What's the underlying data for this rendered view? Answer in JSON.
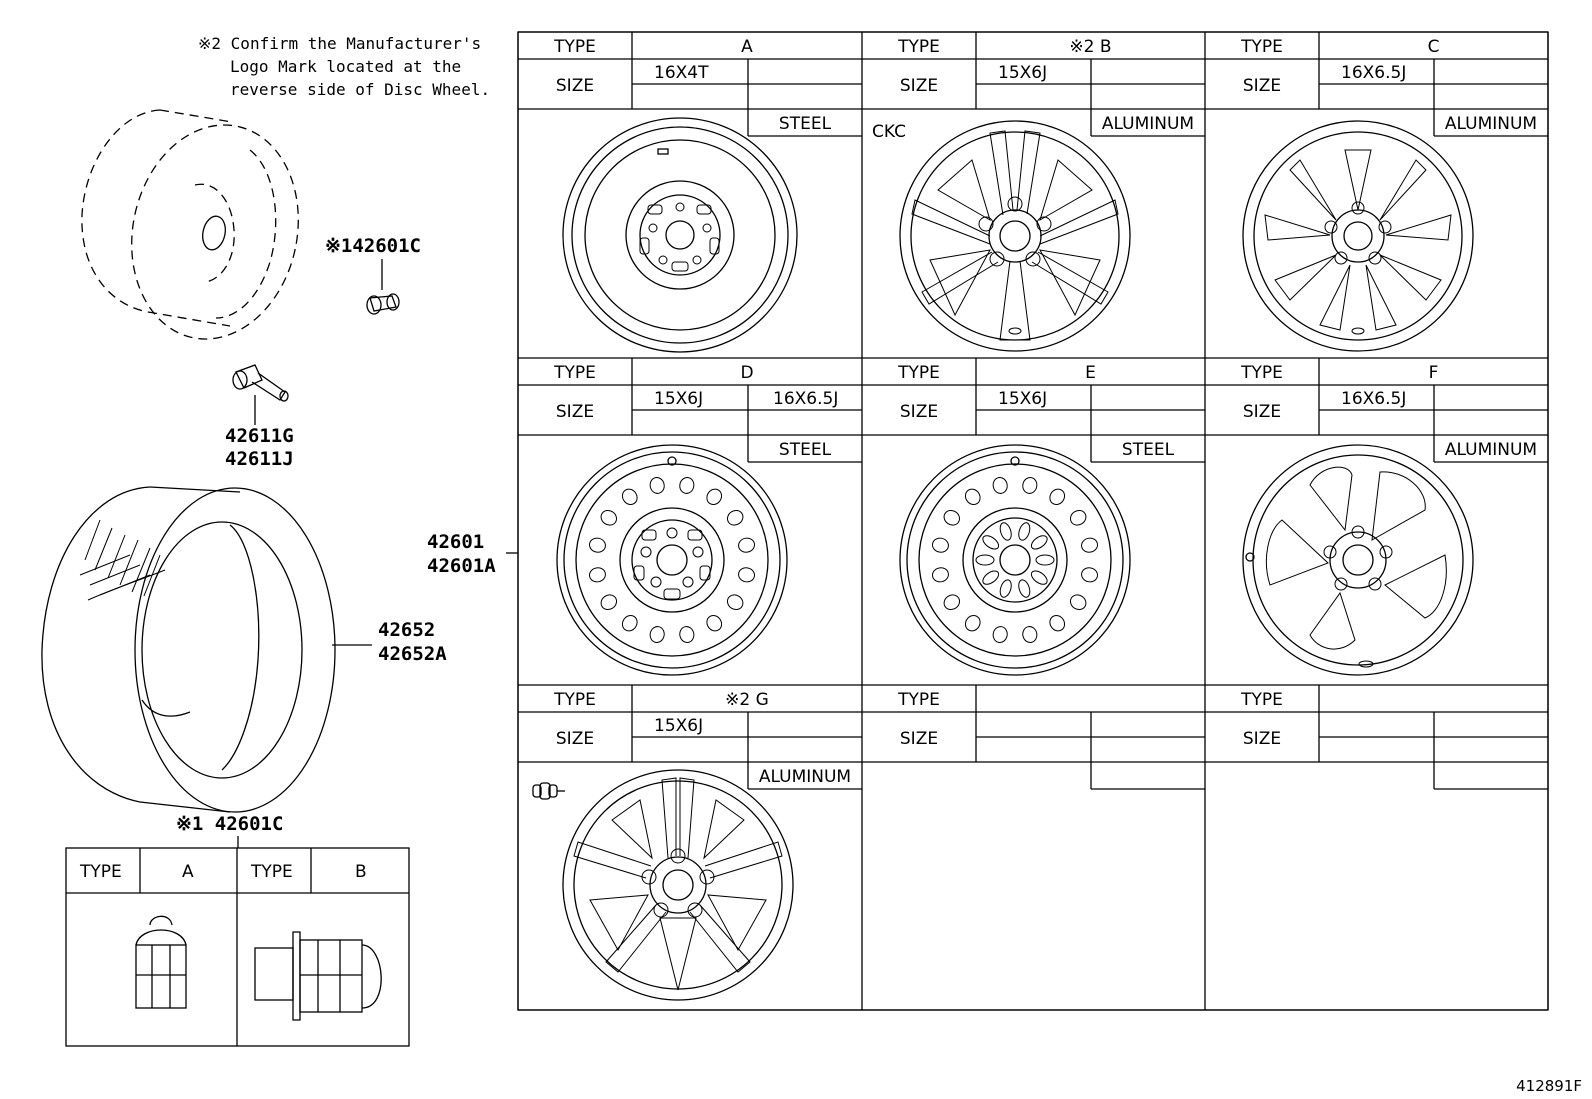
{
  "note": {
    "line1": "※2 Confirm the Manufacturer's",
    "line2": "Logo Mark located at the",
    "line3": "reverse side of Disc Wheel."
  },
  "parts": {
    "hub_nut_top": "※142601C",
    "valve_1": "42611G",
    "valve_2": "42611J",
    "wheel_1": "42601",
    "wheel_2": "42601A",
    "tire_1": "42652",
    "tire_2": "42652A",
    "hub_nut_bottom": "※1 42601C"
  },
  "nut_table": {
    "type_label": "TYPE",
    "a_label": "A",
    "b_label": "B"
  },
  "wheel_table": {
    "type_label": "TYPE",
    "size_label": "SIZE",
    "cells": [
      {
        "type": "A",
        "size1": "16X4T",
        "size2": "",
        "material": "STEEL",
        "extra": ""
      },
      {
        "type": "※2 B",
        "size1": "15X6J",
        "size2": "",
        "material": "ALUMINUM",
        "extra": "CKC"
      },
      {
        "type": "C",
        "size1": "16X6.5J",
        "size2": "",
        "material": "ALUMINUM",
        "extra": ""
      },
      {
        "type": "D",
        "size1": "15X6J",
        "size2": "16X6.5J",
        "material": "STEEL",
        "extra": ""
      },
      {
        "type": "E",
        "size1": "15X6J",
        "size2": "",
        "material": "STEEL",
        "extra": ""
      },
      {
        "type": "F",
        "size1": "16X6.5J",
        "size2": "",
        "material": "ALUMINUM",
        "extra": ""
      },
      {
        "type": "※2 G",
        "size1": "15X6J",
        "size2": "",
        "material": "ALUMINUM",
        "extra": ""
      },
      {
        "type": "",
        "size1": "",
        "size2": "",
        "material": "",
        "extra": ""
      },
      {
        "type": "",
        "size1": "",
        "size2": "",
        "material": "",
        "extra": ""
      }
    ]
  },
  "diagram_id": "412891F"
}
